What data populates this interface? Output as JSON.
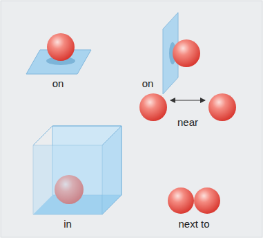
{
  "diagram": {
    "labels": [
      "on",
      "on",
      "near",
      "in",
      "next to"
    ]
  }
}
